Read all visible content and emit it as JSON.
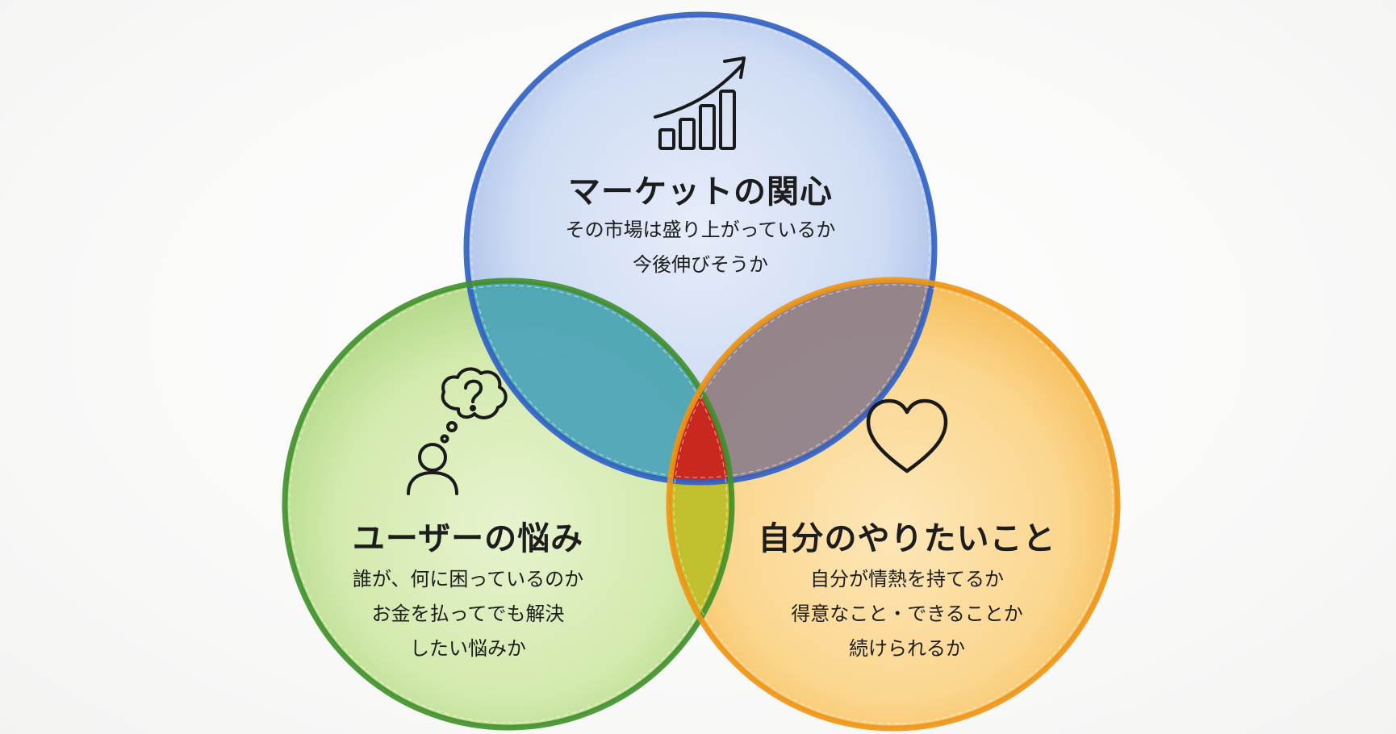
{
  "circles": {
    "market": {
      "title": "マーケットの関心",
      "lines": [
        "その市場は盛り上がっているか",
        "今後伸びそうか"
      ],
      "icon": "growth-chart-icon",
      "color": "#2f5fc4"
    },
    "user": {
      "title": "ユーザーの悩み",
      "lines": [
        "誰が、何に困っているのか",
        "お金を払ってでも解決",
        "したい悩みか"
      ],
      "icon": "person-question-icon",
      "color": "#3f8f2a"
    },
    "passion": {
      "title": "自分のやりたいこと",
      "lines": [
        "自分が情熱を持てるか",
        "得意なこと・できることか",
        "続けられるか"
      ],
      "icon": "heart-icon",
      "color": "#ee9413"
    }
  },
  "center_color": "#c8281e"
}
